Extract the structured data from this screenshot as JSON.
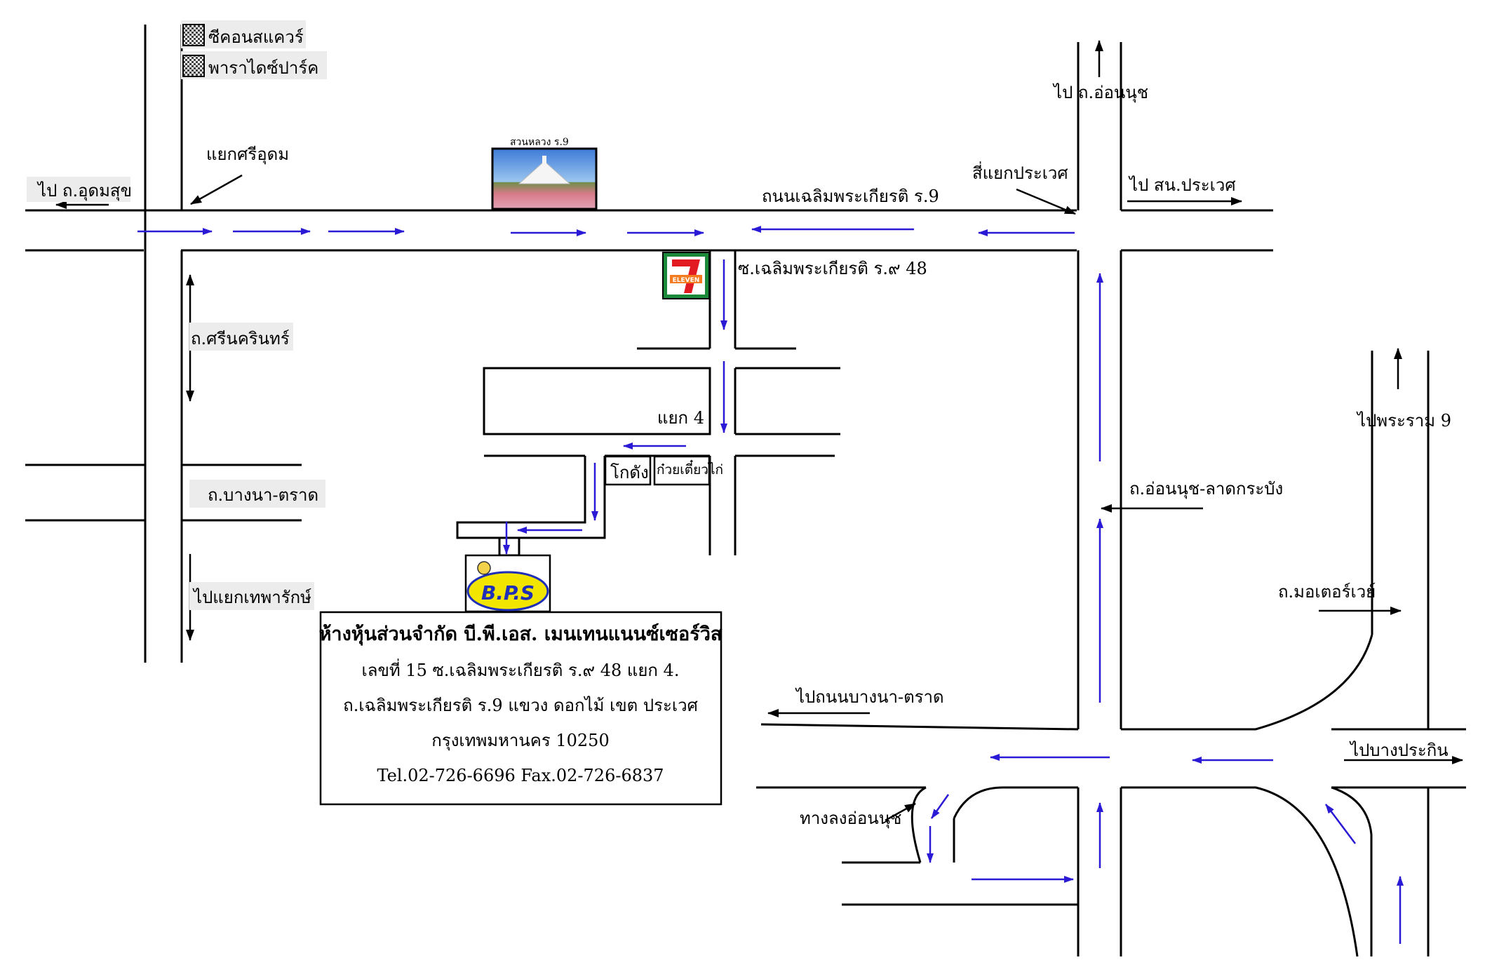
{
  "legend": {
    "items": [
      {
        "label": "ซีคอนสแควร์"
      },
      {
        "label": "พาราไดซ์ปาร์ค"
      }
    ]
  },
  "labels": {
    "to_udomsuk": "ไป ถ.อุดมสุข",
    "si_udom_junction": "แยกศรีอุดม",
    "suan_luang_title": "สวนหลวง ร.9",
    "main_road": "ถนนเฉลิมพระเกียรติ ร.9",
    "to_onnut_top": "ไป ถ.อ่อนนุช",
    "prawet_intersection": "สี่แยกประเวศ",
    "to_prawet_district": "ไป สน.ประเวศ",
    "soi_48": "ซ.เฉลิมพระเกียรติ ร.๙ 48",
    "srinakarin_road": "ถ.ศรีนครินทร์",
    "junction_4": "แยก 4",
    "kodang": "โกดัง",
    "noodle_shop": "ก๋วยเตี๋ยวไก่",
    "bangna_trad_road": "ถ.บางนา-ตราด",
    "to_theparak": "ไปแยกเทพารักษ์",
    "onnut_latkrabang": "ถ.อ่อนนุช-ลาดกระบัง",
    "to_rama9": "ไปพระราม 9",
    "motorway": "ถ.มอเตอร์เวย์",
    "to_bangna_trad": "ไปถนนบางนา-ตราด",
    "to_bangprakin": "ไปบางประกิน",
    "onnut_exit": "ทางลงอ่อนนุช",
    "seven_eleven_name": "ELEVEN"
  },
  "company": {
    "logo_text": "B.P.S",
    "name": "ห้างหุ้นส่วนจำกัด  บี.พี.เอส. เมนเทนแนนซ์เซอร์วิส",
    "address_1": "เลขที่ 15  ซ.เฉลิมพระเกียรติ ร.๙ 48  แยก 4.",
    "address_2": "ถ.เฉลิมพระเกียรติ ร.9 แขวง ดอกไม้  เขต ประเวศ",
    "address_3": "กรุงเทพมหานคร  10250",
    "contact": "Tel.02-726-6696 Fax.02-726-6837"
  },
  "colors": {
    "road": "#000000",
    "flow_arrow": "#2a1ad6",
    "label_bg": "#ececec",
    "seven_green": "#1a8a3a",
    "seven_red": "#e21b23",
    "seven_orange": "#f47b20",
    "bps_logo_fill": "#f2e600",
    "bps_logo_text": "#1f2fb8"
  },
  "icons": {
    "legend_marker": "checkered-square",
    "store": "7-eleven-logo",
    "park": "suan-luang-photo",
    "company_logo": "bps-logo"
  }
}
